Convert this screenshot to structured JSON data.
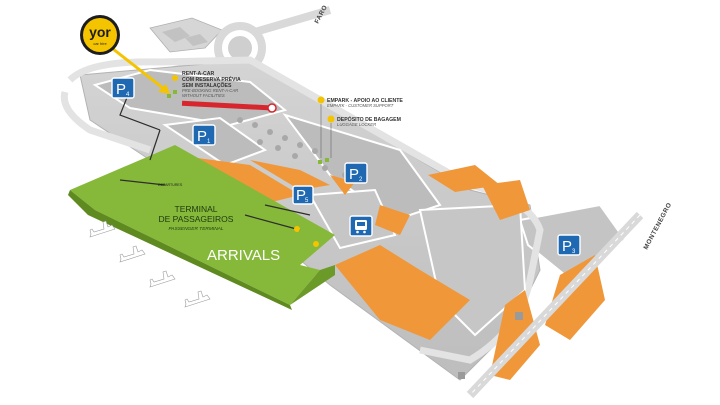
{
  "brand": {
    "logo_text": "yor",
    "logo_subtext": "car hire",
    "logo_color": "#f5c400"
  },
  "roads": {
    "north": "FARO",
    "east": "MONTENEGRO"
  },
  "terminal": {
    "name_line1": "TERMINAL",
    "name_line2": "DE PASSAGEIROS",
    "name_en": "PASSENGER TERMINAL",
    "arrivals": "ARRIVALS",
    "departures": "DEPARTURES",
    "color": "#86b83a"
  },
  "rent_a_car": {
    "line1": "RENT-A-CAR",
    "line2": "COM RESERVA PRÉVIA",
    "line3": "SEM INSTALAÇÕES",
    "en_line1": "PRE-BOOKING RENT-A-CAR",
    "en_line2": "WITHOUT FACILITIES"
  },
  "empark": {
    "label": "EMPARK - APOIO AO CLIENTE",
    "label_en": "EMPARK - CUSTOMER SUPPORT"
  },
  "luggage": {
    "label": "DEPÓSITO DE BAGAGEM",
    "label_en": "LUGGAGE LOCKER"
  },
  "parkings": [
    {
      "letter": "P",
      "num": "4"
    },
    {
      "letter": "P",
      "num": "1"
    },
    {
      "letter": "P",
      "num": "2"
    },
    {
      "letter": "P",
      "num": "5"
    },
    {
      "letter": "P",
      "num": "3"
    }
  ],
  "bus_icon": "bus-icon",
  "colors": {
    "ground": "#c9c9c9",
    "road": "#e6e6e6",
    "parking": "#bcbcbc",
    "orange": "#f0973a",
    "blue": "#1f69b3",
    "red": "#d7262e"
  }
}
